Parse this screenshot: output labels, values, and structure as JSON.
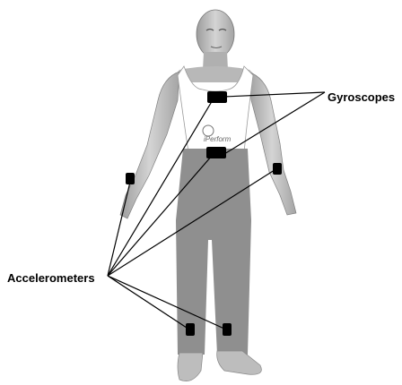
{
  "labels": {
    "gyroscopes": "Gyroscopes",
    "accelerometers": "Accelerometers"
  },
  "logo": {
    "text": "iPerform"
  },
  "sensors": {
    "gyroscopes": [
      {
        "name": "chest"
      },
      {
        "name": "waist"
      }
    ],
    "accelerometers": [
      {
        "name": "left-wrist"
      },
      {
        "name": "right-wrist"
      },
      {
        "name": "left-ankle"
      },
      {
        "name": "right-ankle"
      }
    ]
  },
  "colors": {
    "sensor": "#000000",
    "pants": "#8f8f8f",
    "shirt": "#ffffff",
    "skin": "#b9b9b9",
    "line": "#000000"
  }
}
